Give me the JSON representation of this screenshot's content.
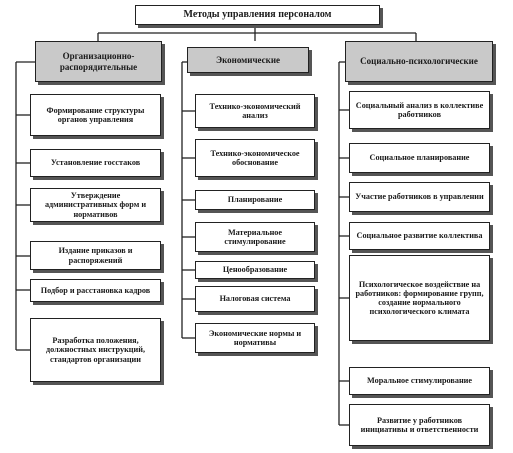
{
  "title": "Методы управления персоналом",
  "columns": [
    {
      "header": "Организационно-распорядительные",
      "items": [
        "Формирование структуры органов управления",
        "Установление госстаков",
        "Утверждение административных форм и нормативов",
        "Издание приказов и распоряжений",
        "Подбор и расстановка кадров",
        "Разработка положения, должностных инструкций, стандартов организации"
      ]
    },
    {
      "header": "Экономические",
      "items": [
        "Технико-экономический анализ",
        "Технико-экономическое обоснование",
        "Планирование",
        "Материальное стимулирование",
        "Ценообразование",
        "Налоговая система",
        "Экономические нормы и нормативы"
      ]
    },
    {
      "header": "Социально-психологические",
      "items": [
        "Социальный анализ в коллективе работников",
        "Социальное планирование",
        "Участие работников в управлении",
        "Социальное развитие коллектива",
        "Психологическое воздействие на работников: формирование групп, создание нормального психологического климата",
        "Моральное стимулирование",
        "Развитие у работников инициативы и ответственности"
      ]
    }
  ]
}
